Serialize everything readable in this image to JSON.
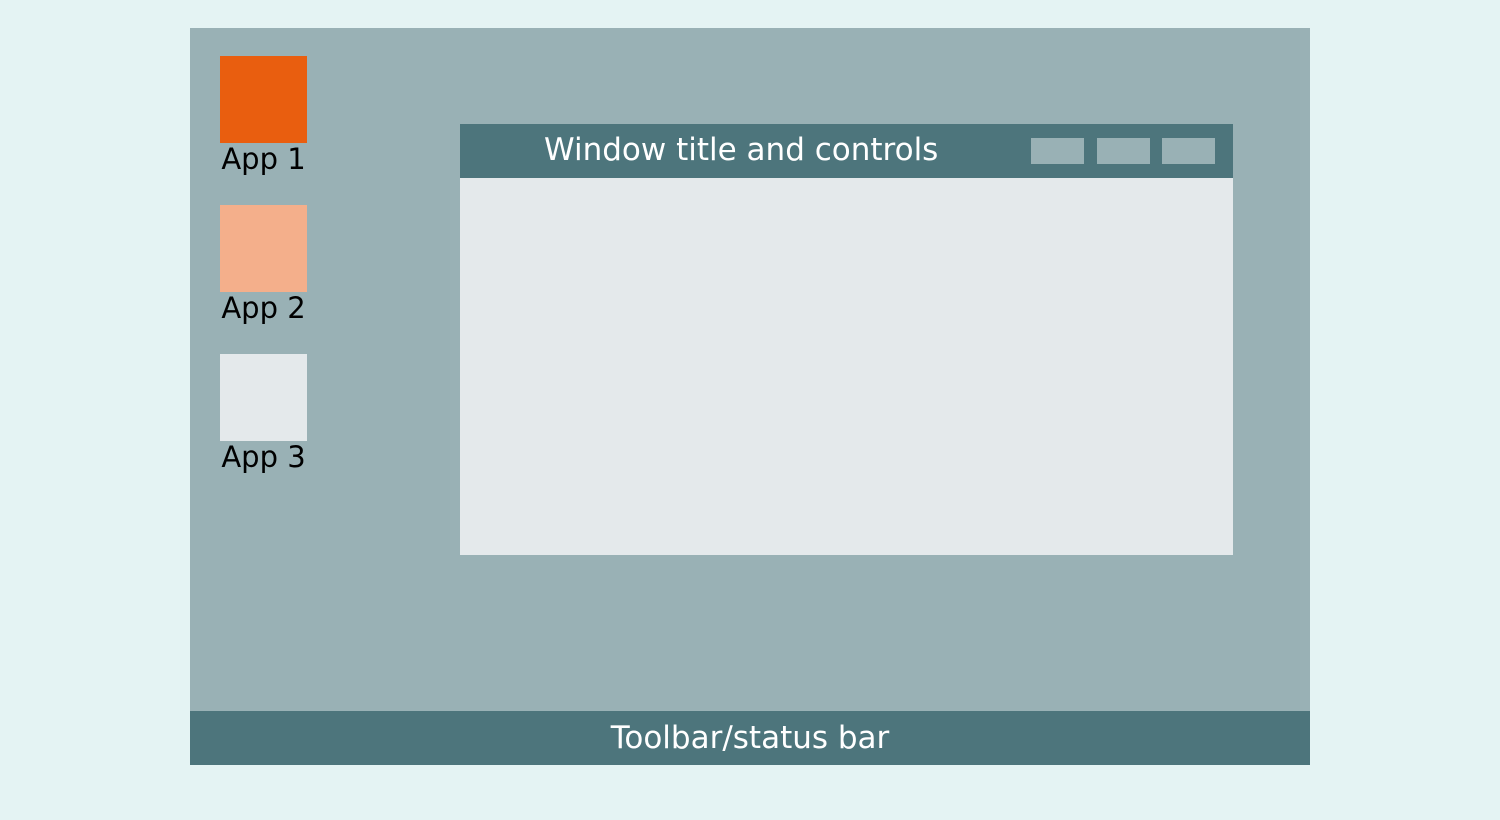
{
  "desktop": {
    "apps": [
      {
        "label": "App 1",
        "color": "#e95e0f"
      },
      {
        "label": "App 2",
        "color": "#f4af8b"
      },
      {
        "label": "App 3",
        "color": "#e4e9eb"
      }
    ]
  },
  "window": {
    "title": "Window title and controls"
  },
  "statusbar": {
    "text": "Toolbar/status bar"
  },
  "colors": {
    "background": "#e4f3f3",
    "desktop": "#99b1b5",
    "bar": "#4d757c",
    "window_body": "#e4e9eb"
  }
}
